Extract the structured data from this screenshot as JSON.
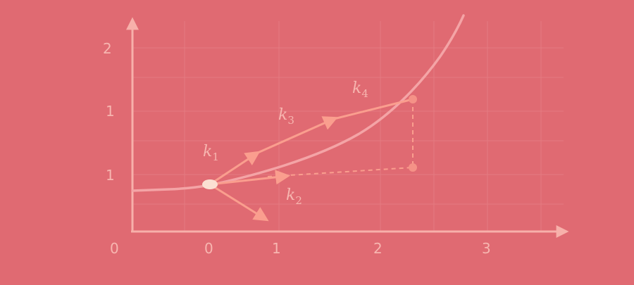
{
  "colors": {
    "background": "#e06a72",
    "axis": "#f7b0aa",
    "grid": "#e98a8e",
    "curve": "#f4a4a6",
    "arrow": "#fa9e8e",
    "label": "#f7b6b0",
    "start_point": "#fbe0d2",
    "end_point": "#f59287"
  },
  "axes": {
    "y_ticks": [
      "2",
      "1",
      "1"
    ],
    "x_ticks": [
      "0",
      "0",
      "1",
      "2",
      "3"
    ]
  },
  "labels": {
    "k1": {
      "letter": "k",
      "sub": "1"
    },
    "k2": {
      "letter": "k",
      "sub": "2"
    },
    "k3": {
      "letter": "k",
      "sub": "3"
    },
    "k4": {
      "letter": "k",
      "sub": "4"
    }
  }
}
